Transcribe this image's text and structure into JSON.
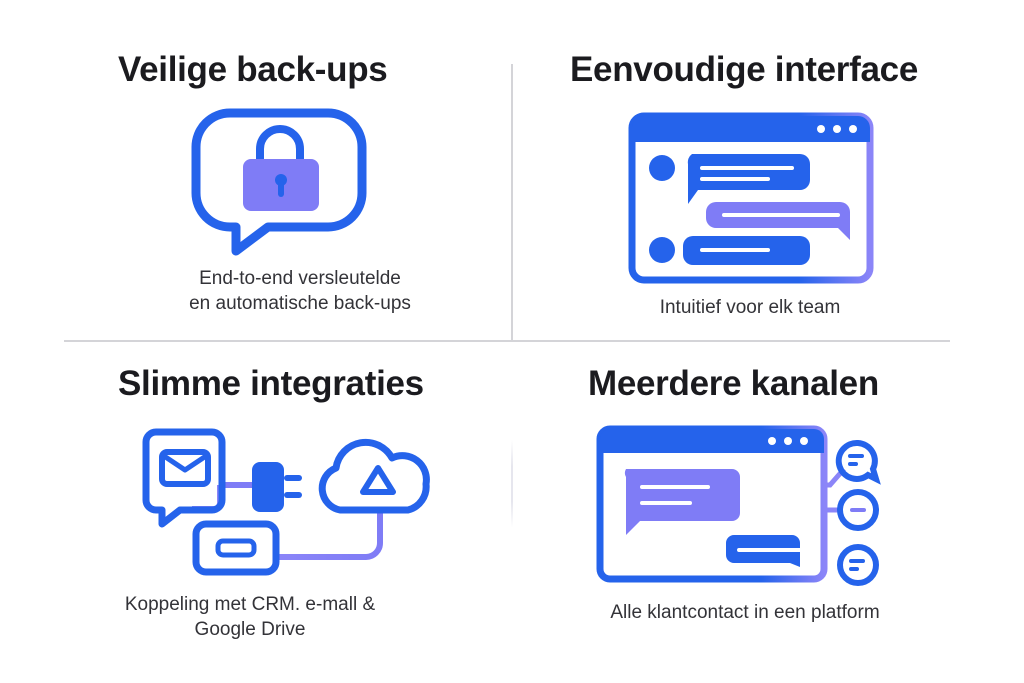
{
  "colors": {
    "primary_blue": "#2563eb",
    "accent_purple": "#7f7cf6",
    "title_text": "#1b1b1f",
    "caption_text": "#333338",
    "divider": "#d4d4d8"
  },
  "features": [
    {
      "title": "Veilige back-ups",
      "icon": "lock-in-speech-bubble-icon",
      "caption_lines": [
        "End-to-end versleutelde",
        "en automatische back-ups"
      ]
    },
    {
      "title": "Eenvoudige interface",
      "icon": "chat-window-icon",
      "caption_lines": [
        "Intuitief voor elk team"
      ]
    },
    {
      "title": "Slimme integraties",
      "icon": "integrations-plug-cloud-icon",
      "caption_lines": [
        "Koppeling met CRM. e-mall &",
        "Google Drive"
      ]
    },
    {
      "title": "Meerdere kanalen",
      "icon": "multichannel-window-icon",
      "caption_lines": [
        "Alle klantcontact in een platform"
      ]
    }
  ]
}
